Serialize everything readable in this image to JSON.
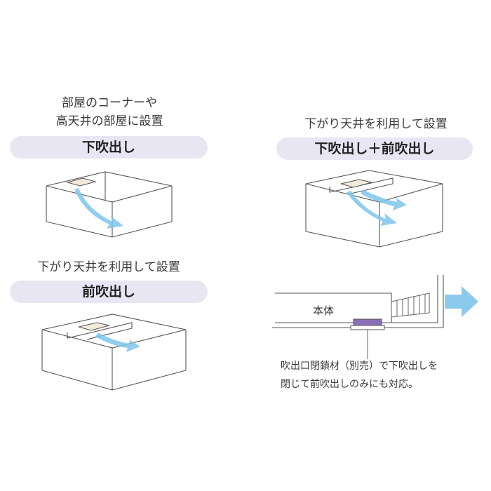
{
  "colors": {
    "pill_bg": "#e8e6f2",
    "outline": "#555555",
    "arrow_blue": "#7ec4ea",
    "unit_fill": "#f1eadb",
    "closer_purple": "#8a6fb8",
    "leader_pink": "#e0477a"
  },
  "panels": {
    "top_left": {
      "caption_line1": "部屋のコーナーや",
      "caption_line2": "高天井の部屋に設置",
      "pill": "下吹出し"
    },
    "top_right": {
      "caption_line1": "下がり天井を利用して設置",
      "pill": "下吹出し＋前吹出し"
    },
    "bottom_left": {
      "caption_line1": "下がり天井を利用して設置",
      "pill": "前吹出し"
    },
    "bottom_right": {
      "body_label": "本体",
      "note_line1": "吹出口閉鎖材（別売）で下吹出しを",
      "note_line2": "閉じて前吹出しのみにも対応。"
    }
  }
}
